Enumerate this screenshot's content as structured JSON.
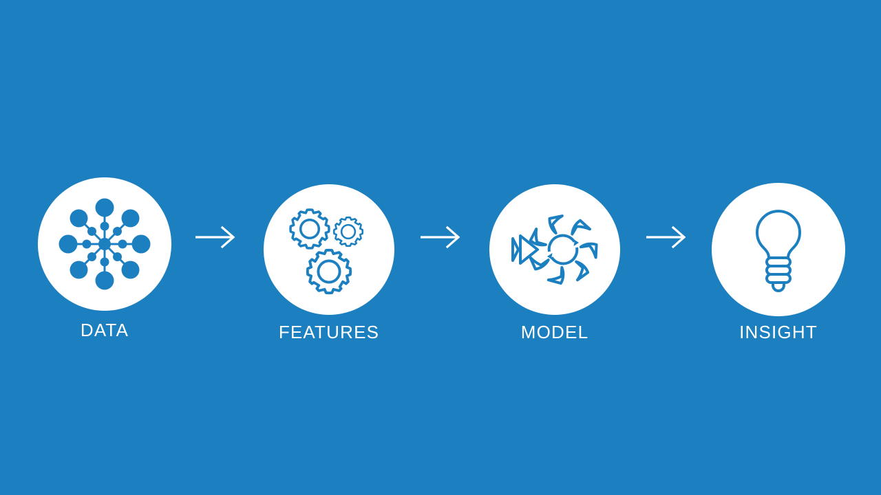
{
  "slide": {
    "background_color": "#1b7fc0",
    "icon_color": "#1b7fc0",
    "disc_color": "#ffffff",
    "label_color": "#ffffff",
    "title": "",
    "stages": [
      {
        "id": "data",
        "label": "DATA",
        "icon": "network-nodes-icon"
      },
      {
        "id": "features",
        "label": "FEATURES",
        "icon": "gears-icon"
      },
      {
        "id": "model",
        "label": "MODEL",
        "icon": "segmented-wheel-refresh-icon"
      },
      {
        "id": "insight",
        "label": "INSIGHT",
        "icon": "lightbulb-icon"
      }
    ],
    "connectors": [
      {
        "id": "arrow-1",
        "icon": "arrow-right-icon"
      },
      {
        "id": "arrow-2",
        "icon": "arrow-right-icon"
      },
      {
        "id": "arrow-3",
        "icon": "arrow-right-icon"
      }
    ]
  }
}
